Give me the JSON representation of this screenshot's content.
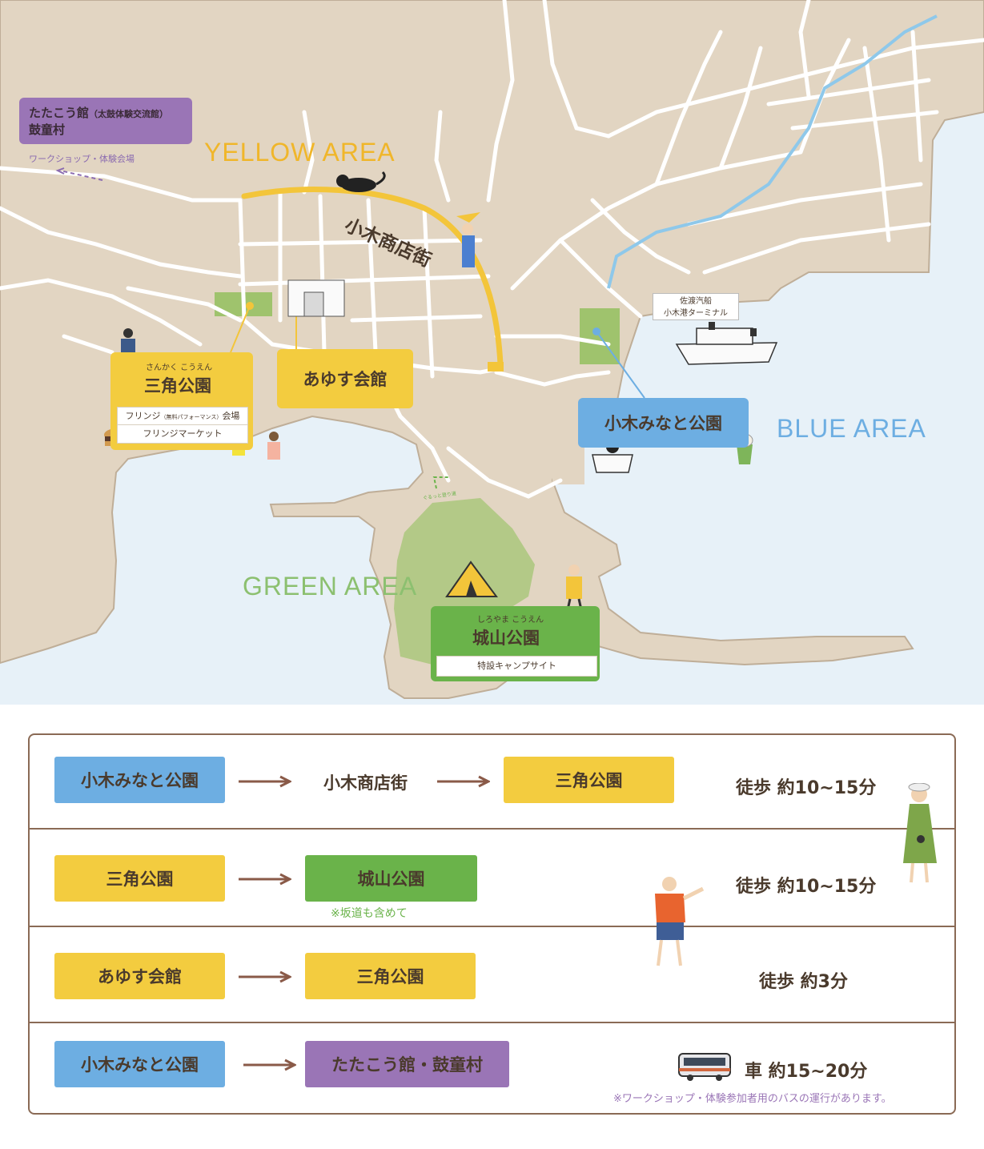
{
  "map": {
    "areas": {
      "yellow": "YELLOW AREA",
      "blue": "BLUE AREA",
      "green": "GREEN AREA"
    },
    "street": "小木商店街",
    "tatakokan": {
      "title": "たたこう館",
      "title_sub": "（太鼓体験交流館）",
      "line2": "鼓童村",
      "note": "ワークショップ・体験会場"
    },
    "sankaku": {
      "ruby": "さんかく こうえん",
      "name": "三角公園",
      "sub1_a": "フリンジ",
      "sub1_b": "（無料パフォーマンス）",
      "sub1_c": "会場",
      "sub2": "フリンジマーケット"
    },
    "ayusu": {
      "name": "あゆす会館"
    },
    "minato": {
      "name": "小木みなと公園"
    },
    "shiroyama": {
      "ruby": "しろやま こうえん",
      "name": "城山公園",
      "sub": "特設キャンプサイト"
    },
    "terminal": {
      "line1": "佐渡汽船",
      "line2": "小木港ターミナル"
    },
    "path_note": "ぐるっと登り道"
  },
  "routes": [
    {
      "from": "小木みなと公園",
      "via": "小木商店街",
      "to": "三角公園",
      "time": "徒歩 約10~15分"
    },
    {
      "from": "三角公園",
      "to": "城山公園",
      "to_note": "※坂道も含めて",
      "time": "徒歩 約10~15分"
    },
    {
      "from": "あゆす会館",
      "to": "三角公園",
      "time": "徒歩 約3分"
    },
    {
      "from": "小木みなと公園",
      "to": "たたこう館・鼓童村",
      "time": "車 約15~20分",
      "note": "※ワークショップ・体験参加者用のバスの運行があります。"
    }
  ],
  "colors": {
    "blue": "#6daee2",
    "yellow": "#f3cc3f",
    "green": "#6ab34a",
    "purple": "#9a75b6",
    "land": "#e2d5c2",
    "sea": "#e7f1f8",
    "road": "#ffffff",
    "text": "#4a3a2c"
  },
  "icons": [
    "bus-icon",
    "arrow-right-icon",
    "ferry-icon",
    "tent-icon",
    "cat-icon"
  ]
}
